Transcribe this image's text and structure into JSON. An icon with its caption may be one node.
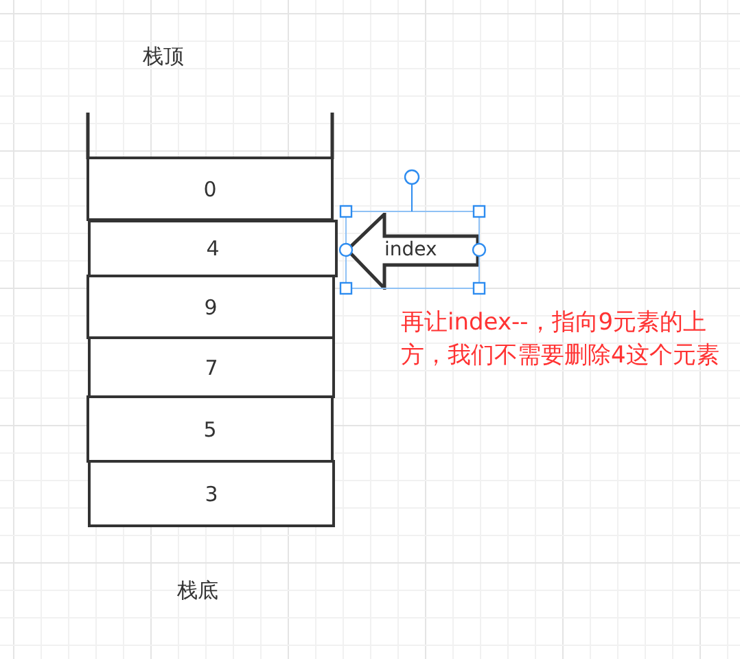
{
  "diagram": {
    "nodes": [
      {
        "text": [
          "0"
        ]
      },
      {
        "text": [
          "4"
        ]
      },
      {
        "text": [
          "9"
        ]
      },
      {
        "text": [
          "7"
        ]
      },
      {
        "text": [
          "5"
        ]
      },
      {
        "text": [
          "3"
        ]
      },
      {
        "text": [
          "index"
        ]
      }
    ],
    "labels": [
      "栈顶",
      "再让index--，指向9元素的上方，我们不需要删除4这个元素",
      "栈底"
    ]
  }
}
